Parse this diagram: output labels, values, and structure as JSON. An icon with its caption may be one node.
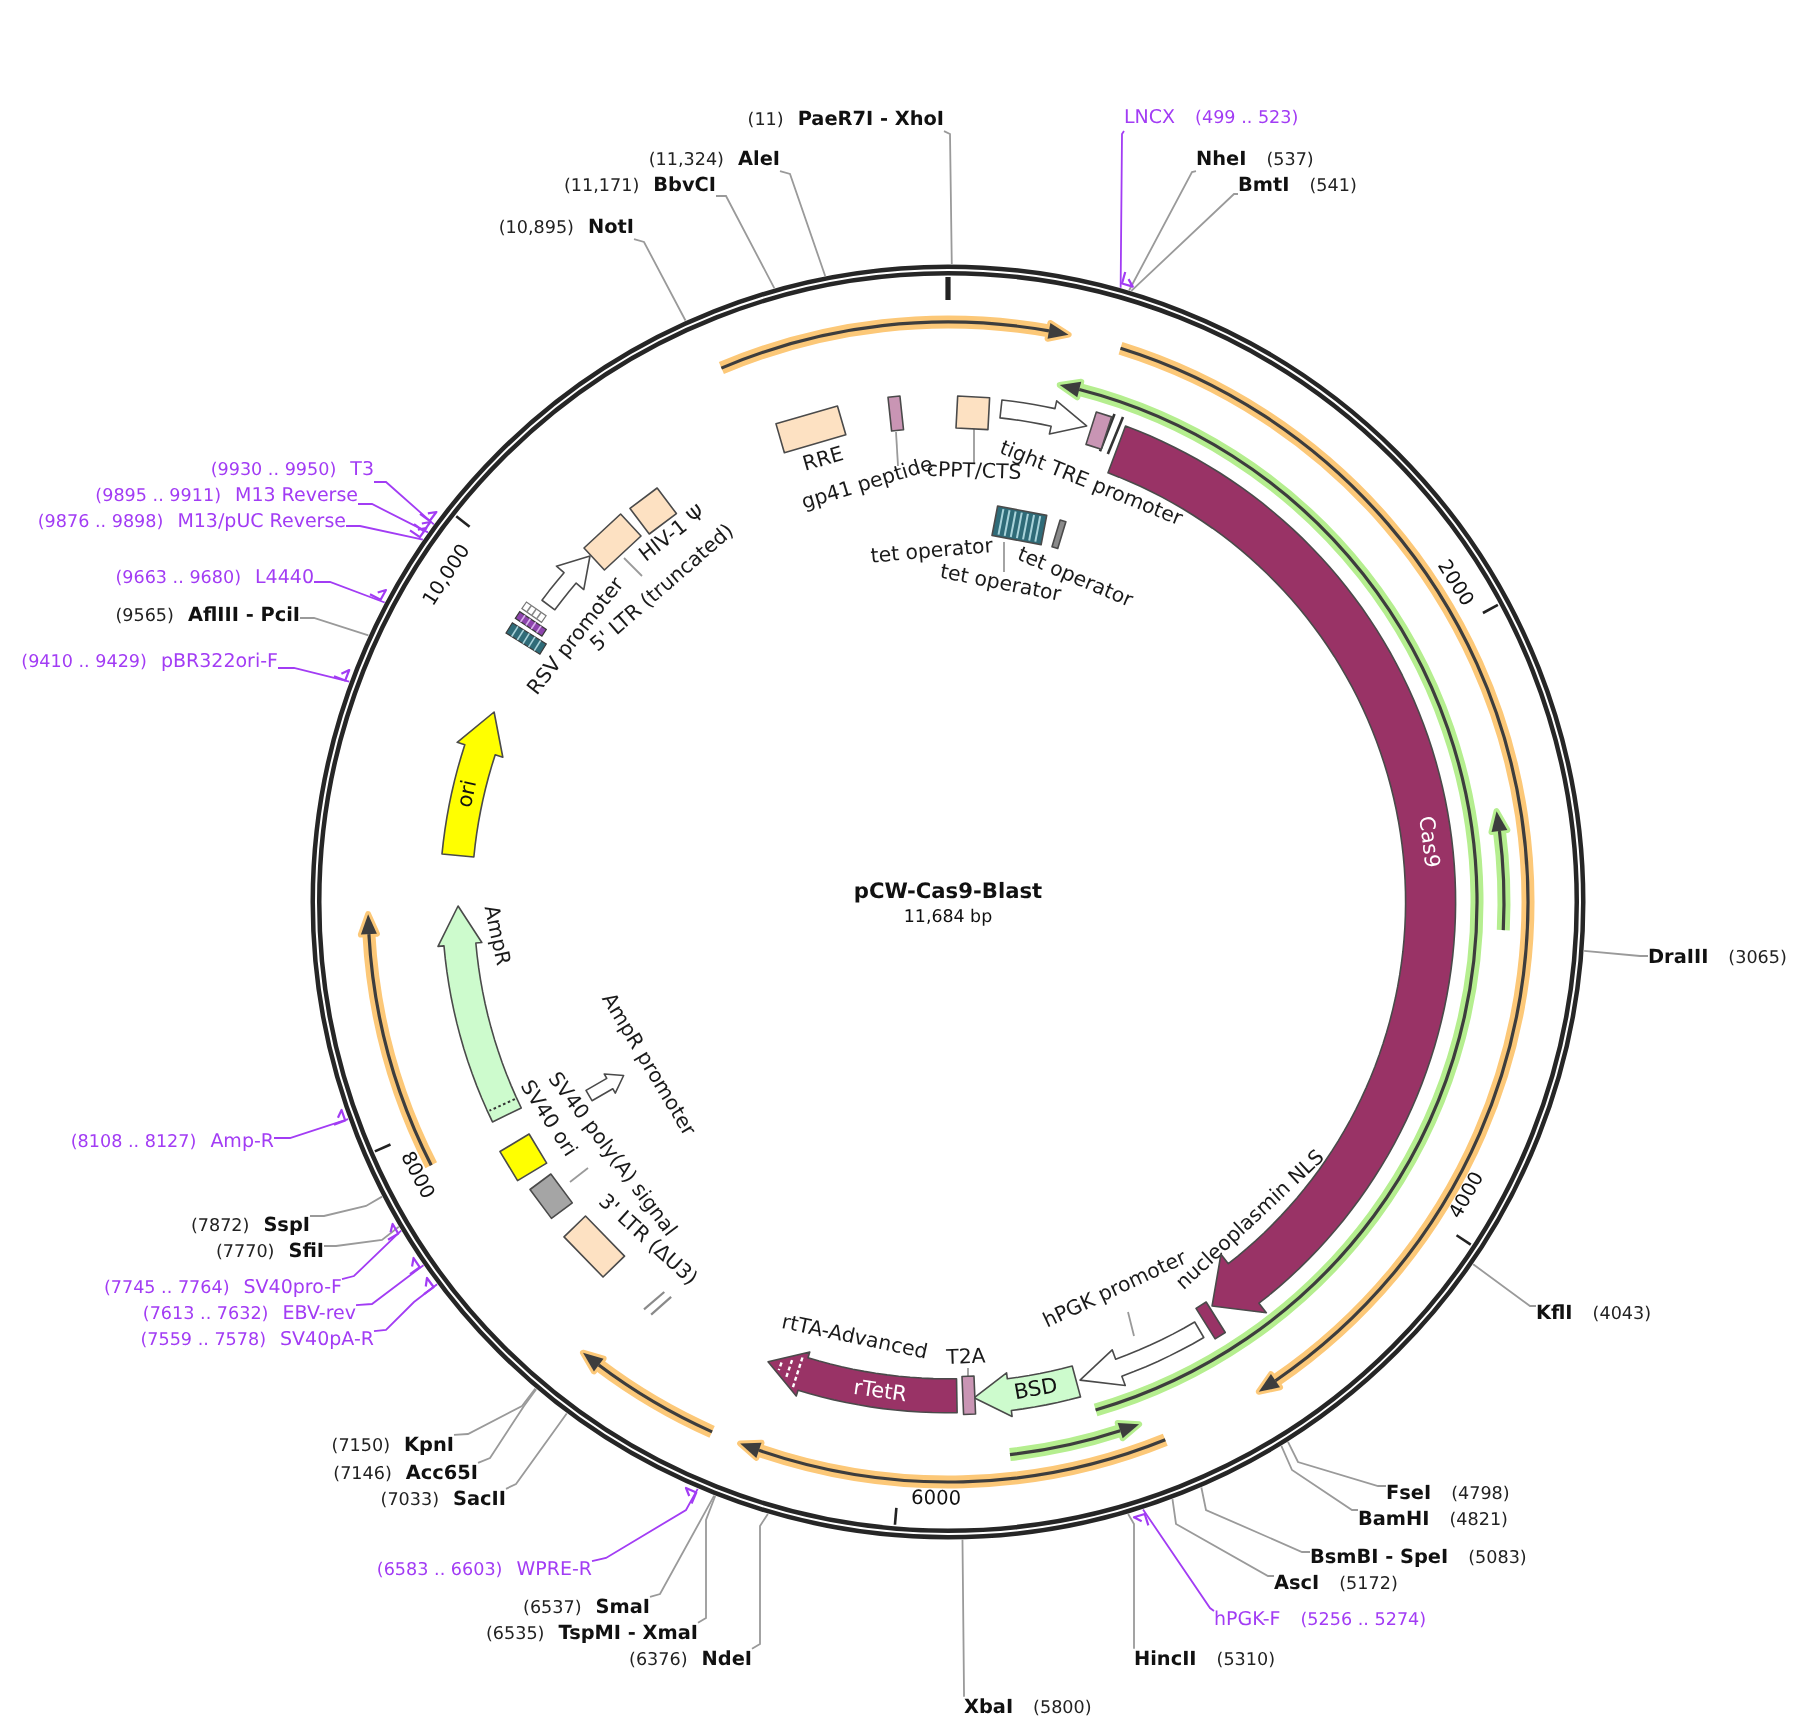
{
  "diagram": {
    "nodes": [
      {
        "text": [
          "pCW-Cas9-Blast",
          "11,684 bp"
        ]
      },
      {
        "text": [
          "(11)",
          "PaeR7I - XhoI"
        ]
      },
      {
        "text": [
          "LNCX",
          "(499 .. 523)"
        ]
      },
      {
        "text": [
          "NheI",
          "(537)"
        ]
      },
      {
        "text": [
          "BmtI",
          "(541)"
        ]
      },
      {
        "text": [
          "DraIII",
          "(3065)"
        ]
      },
      {
        "text": [
          "KflI",
          "(4043)"
        ]
      },
      {
        "text": [
          "FseI",
          "(4798)"
        ]
      },
      {
        "text": [
          "BamHI",
          "(4821)"
        ]
      },
      {
        "text": [
          "BsmBI - SpeI",
          "(5083)"
        ]
      },
      {
        "text": [
          "AscI",
          "(5172)"
        ]
      },
      {
        "text": [
          "hPGK-F",
          "(5256 .. 5274)"
        ]
      },
      {
        "text": [
          "HincII",
          "(5310)"
        ]
      },
      {
        "text": [
          "XbaI",
          "(5800)"
        ]
      },
      {
        "text": [
          "(6376)",
          "NdeI"
        ]
      },
      {
        "text": [
          "(6535)",
          "TspMI - XmaI"
        ]
      },
      {
        "text": [
          "(6537)",
          "SmaI"
        ]
      },
      {
        "text": [
          "(6583 .. 6603)",
          "WPRE-R"
        ]
      },
      {
        "text": [
          "(7033)",
          "SacII"
        ]
      },
      {
        "text": [
          "(7146)",
          "Acc65I"
        ]
      },
      {
        "text": [
          "(7150)",
          "KpnI"
        ]
      },
      {
        "text": [
          "(7559 .. 7578)",
          "SV40pA-R"
        ]
      },
      {
        "text": [
          "(7613 .. 7632)",
          "EBV-rev"
        ]
      },
      {
        "text": [
          "(7745 .. 7764)",
          "SV40pro-F"
        ]
      },
      {
        "text": [
          "(7770)",
          "SfiI"
        ]
      },
      {
        "text": [
          "(7872)",
          "SspI"
        ]
      },
      {
        "text": [
          "(8108 .. 8127)",
          "Amp-R"
        ]
      },
      {
        "text": [
          "(9410 .. 9429)",
          "pBR322ori-F"
        ]
      },
      {
        "text": [
          "(9565)",
          "AflIII - PciI"
        ]
      },
      {
        "text": [
          "(9663 .. 9680)",
          "L4440"
        ]
      },
      {
        "text": [
          "(9876 .. 9898)",
          "M13/pUC Reverse"
        ]
      },
      {
        "text": [
          "(9895 .. 9911)",
          "M13 Reverse"
        ]
      },
      {
        "text": [
          "(9930 .. 9950)",
          "T3"
        ]
      },
      {
        "text": [
          "(10,895)",
          "NotI"
        ]
      },
      {
        "text": [
          "(11,171)",
          "BbvCI"
        ]
      },
      {
        "text": [
          "(11,324)",
          "AleI"
        ]
      },
      {
        "text": [],
        "shape": "box",
        "in": 0
      },
      {
        "text": [
          "cPPT/CTS"
        ],
        "in": 0
      },
      {
        "text": [],
        "shape": "arrow",
        "beside": [
          "tight TRE promoter"
        ],
        "in": 0
      },
      {
        "text": [],
        "shape": "box",
        "beside": [
          "tet operator"
        ],
        "in": 0
      },
      {
        "text": [
          "tet operator"
        ],
        "in": 0
      },
      {
        "text": [],
        "shape": "bar",
        "beside": [
          "tet operator"
        ],
        "in": 0
      },
      {
        "text": [],
        "shape": "box",
        "in": 0
      },
      {
        "text": [
          "Cas9"
        ],
        "in": 0
      },
      {
        "text": [],
        "shape": "box",
        "in": 0
      },
      {
        "text": [],
        "shape": "arrow",
        "in": 0
      },
      {
        "text": [
          "hPGK promoter"
        ],
        "in": 0
      },
      {
        "text": [
          "BSD"
        ],
        "in": 0
      },
      {
        "text": [],
        "shape": "box",
        "in": 0
      },
      {
        "text": [
          "T2A"
        ],
        "in": 0
      },
      {
        "text": [
          "rTetR"
        ],
        "beside": [
          "rtTA-Advanced"
        ],
        "in": 0
      },
      {
        "text": [],
        "shape": "box",
        "beside": [
          "3' LTR (ΔU3)"
        ],
        "in": 0
      },
      {
        "text": [],
        "shape": "box",
        "in": 0
      },
      {
        "text": [
          "SV40 poly(A) signal"
        ],
        "in": 0
      },
      {
        "text": [],
        "shape": "box",
        "beside": [
          "SV40 ori"
        ],
        "in": 0
      },
      {
        "text": [],
        "shape": "arrow",
        "beside": [
          "AmpR promoter"
        ],
        "in": 0
      },
      {
        "text": [],
        "shape": "arrow",
        "beside": [
          "AmpR"
        ],
        "in": 0
      },
      {
        "text": [
          "ori"
        ],
        "in": 0
      },
      {
        "text": [],
        "shape": "arrow",
        "beside": [
          "RSV promoter"
        ],
        "in": 0
      },
      {
        "text": [],
        "shape": "box",
        "in": 0
      },
      {
        "text": [
          "5' LTR (truncated)"
        ],
        "in": 0
      },
      {
        "text": [],
        "shape": "box",
        "beside": [
          "HIV-1 Ψ"
        ],
        "in": 0
      },
      {
        "text": [],
        "shape": "box",
        "beside": [
          "RRE"
        ],
        "in": 0
      },
      {
        "text": [],
        "shape": "box",
        "in": 0
      },
      {
        "text": [
          "gp41 peptide"
        ],
        "in": 0
      }
    ],
    "edges": [
      {
        "from": 1,
        "to": 0,
        "arrow": "none"
      },
      {
        "from": 2,
        "to": 0,
        "arrow": "none",
        "color": "#a23cf4"
      },
      {
        "from": 3,
        "to": 0,
        "arrow": "none"
      },
      {
        "from": 4,
        "to": 0,
        "arrow": "none"
      },
      {
        "from": 5,
        "to": 0,
        "arrow": "none"
      },
      {
        "from": 6,
        "to": 0,
        "arrow": "none"
      },
      {
        "from": 7,
        "to": 0,
        "arrow": "none"
      },
      {
        "from": 8,
        "to": 0,
        "arrow": "none"
      },
      {
        "from": 9,
        "to": 0,
        "arrow": "none"
      },
      {
        "from": 10,
        "to": 0,
        "arrow": "none"
      },
      {
        "from": 11,
        "to": 0,
        "arrow": "none",
        "color": "#a23cf4"
      },
      {
        "from": 12,
        "to": 0,
        "arrow": "none"
      },
      {
        "from": 13,
        "to": 0,
        "arrow": "none"
      },
      {
        "from": 14,
        "to": 0,
        "arrow": "none"
      },
      {
        "from": 15,
        "to": 0,
        "arrow": "none"
      },
      {
        "from": 16,
        "to": 0,
        "arrow": "none"
      },
      {
        "from": 17,
        "to": 0,
        "arrow": "none",
        "color": "#a23cf4"
      },
      {
        "from": 18,
        "to": 0,
        "arrow": "none"
      },
      {
        "from": 19,
        "to": 0,
        "arrow": "none"
      },
      {
        "from": 20,
        "to": 0,
        "arrow": "none"
      },
      {
        "from": 21,
        "to": 0,
        "arrow": "none",
        "color": "#a23cf4"
      },
      {
        "from": 22,
        "to": 0,
        "arrow": "none",
        "color": "#a23cf4"
      },
      {
        "from": 23,
        "to": 0,
        "arrow": "none",
        "color": "#a23cf4"
      },
      {
        "from": 24,
        "to": 0,
        "arrow": "none"
      },
      {
        "from": 25,
        "to": 0,
        "arrow": "none"
      },
      {
        "from": 26,
        "to": 0,
        "arrow": "none",
        "color": "#a23cf4"
      },
      {
        "from": 27,
        "to": 0,
        "arrow": "none",
        "color": "#a23cf4"
      },
      {
        "from": 28,
        "to": 0,
        "arrow": "none"
      },
      {
        "from": 29,
        "to": 0,
        "arrow": "none",
        "color": "#a23cf4"
      },
      {
        "from": 30,
        "to": 0,
        "arrow": "none",
        "color": "#a23cf4"
      },
      {
        "from": 31,
        "to": 0,
        "arrow": "none",
        "color": "#a23cf4"
      },
      {
        "from": 32,
        "to": 0,
        "arrow": "none",
        "color": "#a23cf4"
      },
      {
        "from": 33,
        "to": 0,
        "arrow": "none"
      },
      {
        "from": 34,
        "to": 0,
        "arrow": "none"
      },
      {
        "from": 35,
        "to": 0,
        "arrow": "none"
      },
      {
        "from": 37,
        "to": 36,
        "arrow": "none"
      },
      {
        "from": 40,
        "to": 39,
        "arrow": "none"
      },
      {
        "from": 46,
        "to": 45,
        "arrow": "none"
      },
      {
        "from": 49,
        "to": 48,
        "arrow": "none"
      },
      {
        "from": 53,
        "to": 52,
        "arrow": "none"
      },
      {
        "from": 60,
        "to": 59,
        "arrow": "none"
      },
      {
        "from": 64,
        "to": 63,
        "arrow": "none"
      }
    ],
    "labels": [
      "2000",
      "4000",
      "6000",
      "8000",
      "10,000",
      "nucleoplasmin NLS"
    ]
  }
}
